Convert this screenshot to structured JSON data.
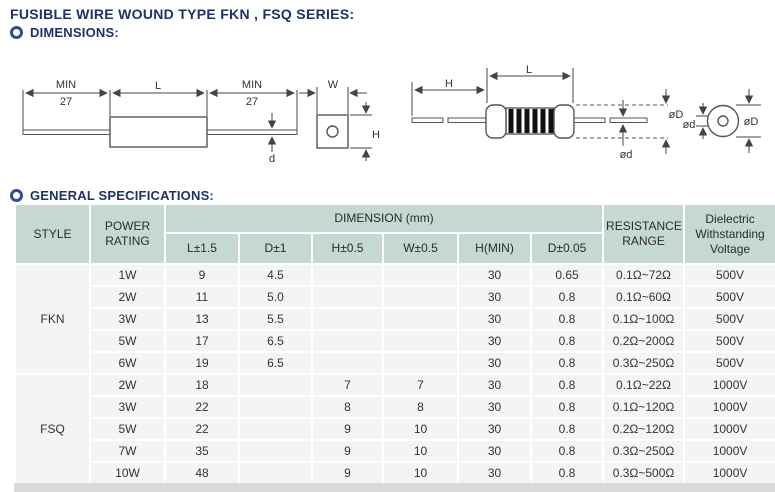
{
  "page": {
    "title": "FUSIBLE WIRE WOUND TYPE FKN , FSQ SERIES:",
    "sections": {
      "dimensions": "DIMENSIONS:",
      "general_specs": "GENERAL SPECIFICATIONS:"
    }
  },
  "colors": {
    "heading_text": "#1e3264",
    "bullet_ring": "#2d4f92",
    "table_header_bg": "#c6d8d4",
    "table_row_bg": "#f4f4f4",
    "bottom_strip": "#dadada"
  },
  "drawings": {
    "left": {
      "min_label_1": "MIN",
      "min_value_1": "27",
      "l_label": "L",
      "min_label_2": "MIN",
      "min_value_2": "27",
      "w_label": "W",
      "h_label": "H",
      "d_label": "d"
    },
    "right": {
      "h_label": "H",
      "l_label": "L",
      "od_body_label": "øD",
      "od_lead_label": "ød",
      "od_end_inner_label": "ød",
      "od_end_outer_label": "øD"
    }
  },
  "table": {
    "header": {
      "style": "STYLE",
      "power_rating": "POWER RATING",
      "dimension": "DIMENSION (mm)",
      "dim_cols": [
        "L±1.5",
        "D±1",
        "H±0.5",
        "W±0.5",
        "H(MIN)",
        "D±0.05"
      ],
      "resistance_range": "RESISTANCE RANGE",
      "dielectric": "Dielectric Withstanding Voltage"
    },
    "groups": [
      {
        "style": "FKN",
        "rows": [
          {
            "power": "1W",
            "l": "9",
            "d": "4.5",
            "h": "",
            "w": "",
            "hmin": "30",
            "d005": "0.65",
            "resistance": "0.1Ω~72Ω",
            "voltage": "500V"
          },
          {
            "power": "2W",
            "l": "11",
            "d": "5.0",
            "h": "",
            "w": "",
            "hmin": "30",
            "d005": "0.8",
            "resistance": "0.1Ω~60Ω",
            "voltage": "500V"
          },
          {
            "power": "3W",
            "l": "13",
            "d": "5.5",
            "h": "",
            "w": "",
            "hmin": "30",
            "d005": "0.8",
            "resistance": "0.1Ω~100Ω",
            "voltage": "500V"
          },
          {
            "power": "5W",
            "l": "17",
            "d": "6.5",
            "h": "",
            "w": "",
            "hmin": "30",
            "d005": "0.8",
            "resistance": "0.2Ω~200Ω",
            "voltage": "500V"
          },
          {
            "power": "6W",
            "l": "19",
            "d": "6.5",
            "h": "",
            "w": "",
            "hmin": "30",
            "d005": "0.8",
            "resistance": "0.3Ω~250Ω",
            "voltage": "500V"
          }
        ]
      },
      {
        "style": "FSQ",
        "rows": [
          {
            "power": "2W",
            "l": "18",
            "d": "",
            "h": "7",
            "w": "7",
            "hmin": "30",
            "d005": "0.8",
            "resistance": "0.1Ω~22Ω",
            "voltage": "1000V"
          },
          {
            "power": "3W",
            "l": "22",
            "d": "",
            "h": "8",
            "w": "8",
            "hmin": "30",
            "d005": "0.8",
            "resistance": "0.1Ω~120Ω",
            "voltage": "1000V"
          },
          {
            "power": "5W",
            "l": "22",
            "d": "",
            "h": "9",
            "w": "10",
            "hmin": "30",
            "d005": "0.8",
            "resistance": "0.2Ω~120Ω",
            "voltage": "1000V"
          },
          {
            "power": "7W",
            "l": "35",
            "d": "",
            "h": "9",
            "w": "10",
            "hmin": "30",
            "d005": "0.8",
            "resistance": "0.3Ω~250Ω",
            "voltage": "1000V"
          },
          {
            "power": "10W",
            "l": "48",
            "d": "",
            "h": "9",
            "w": "10",
            "hmin": "30",
            "d005": "0.8",
            "resistance": "0.3Ω~500Ω",
            "voltage": "1000V"
          }
        ]
      }
    ]
  }
}
